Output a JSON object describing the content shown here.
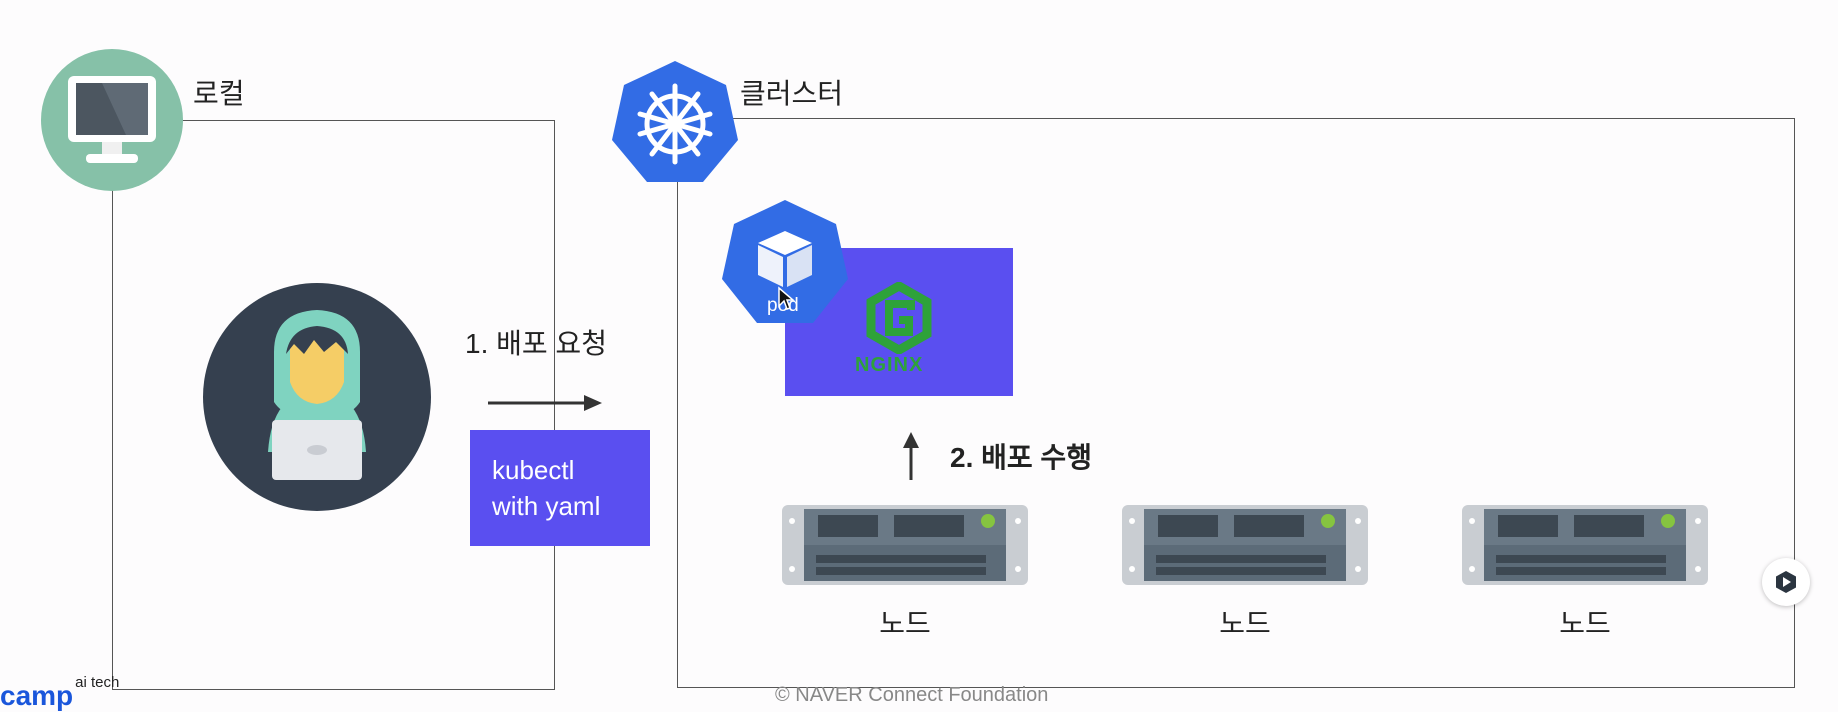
{
  "local": {
    "label": "로컬"
  },
  "cluster": {
    "label": "클러스터"
  },
  "steps": {
    "step1": "1. 배포 요청",
    "step2": "2. 배포 수행"
  },
  "kubectl_box": {
    "line1": "kubectl",
    "line2": "with yaml"
  },
  "pod": {
    "label": "pod",
    "app": "NGINX"
  },
  "nodes": [
    "노드",
    "노드",
    "노드"
  ],
  "footer": "© NAVER Connect Foundation",
  "logo": {
    "main": "camp",
    "sup": "ai tech"
  },
  "colors": {
    "accent": "#5a4ff0",
    "k8s": "#326ce5",
    "nginx_green": "#2ea23a",
    "server": "#5c6b78"
  }
}
